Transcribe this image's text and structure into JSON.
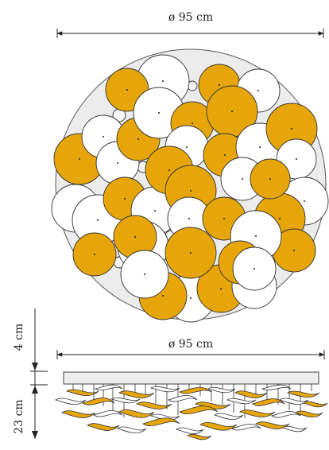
{
  "top_view": {
    "diameter_label": "ø 95 cm"
  },
  "side_view": {
    "diameter_label": "ø 95 cm",
    "canopy_height_label": "4 cm",
    "drop_height_label": "23 cm"
  },
  "colors": {
    "amber": "#E6A60A",
    "white": "#FFFFFF",
    "canopy": "#EEEEEE",
    "line": "#222222"
  }
}
